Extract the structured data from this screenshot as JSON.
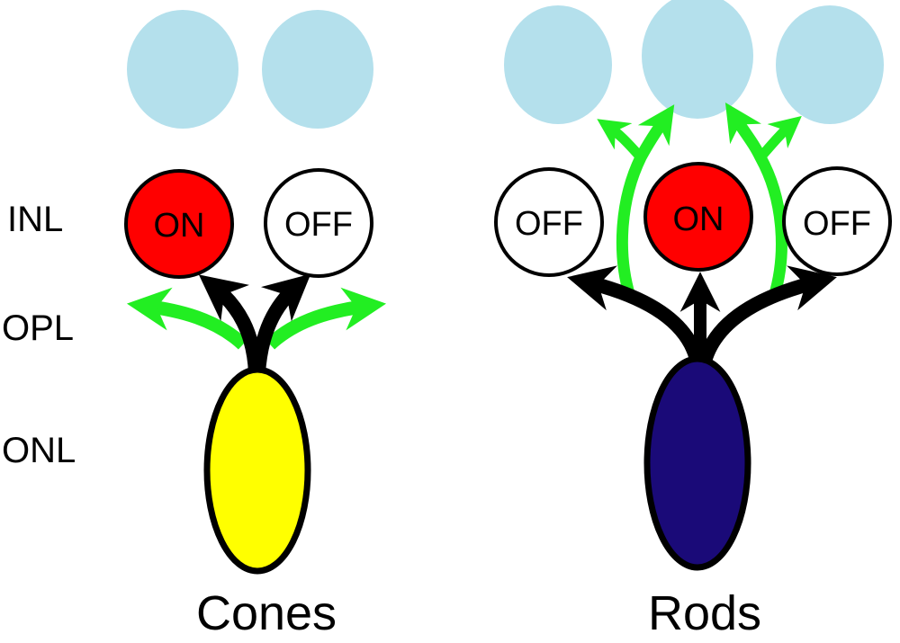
{
  "layers": [
    "INL",
    "OPL",
    "ONL"
  ],
  "colors": {
    "ganglion": "#b4e0ec",
    "on_cell": "#ff0000",
    "off_cell": "#ffffff",
    "cone": "#ffff00",
    "rod": "#1a0a78",
    "excitatory_arrow": "#000000",
    "lateral_arrow": "#22ee22"
  },
  "panels": [
    {
      "title": "Cones",
      "bipolar_cells": [
        {
          "label": "ON"
        },
        {
          "label": "OFF"
        }
      ],
      "ganglion_count": 2
    },
    {
      "title": "Rods",
      "bipolar_cells": [
        {
          "label": "OFF"
        },
        {
          "label": "ON"
        },
        {
          "label": "OFF"
        }
      ],
      "ganglion_count": 3
    }
  ]
}
